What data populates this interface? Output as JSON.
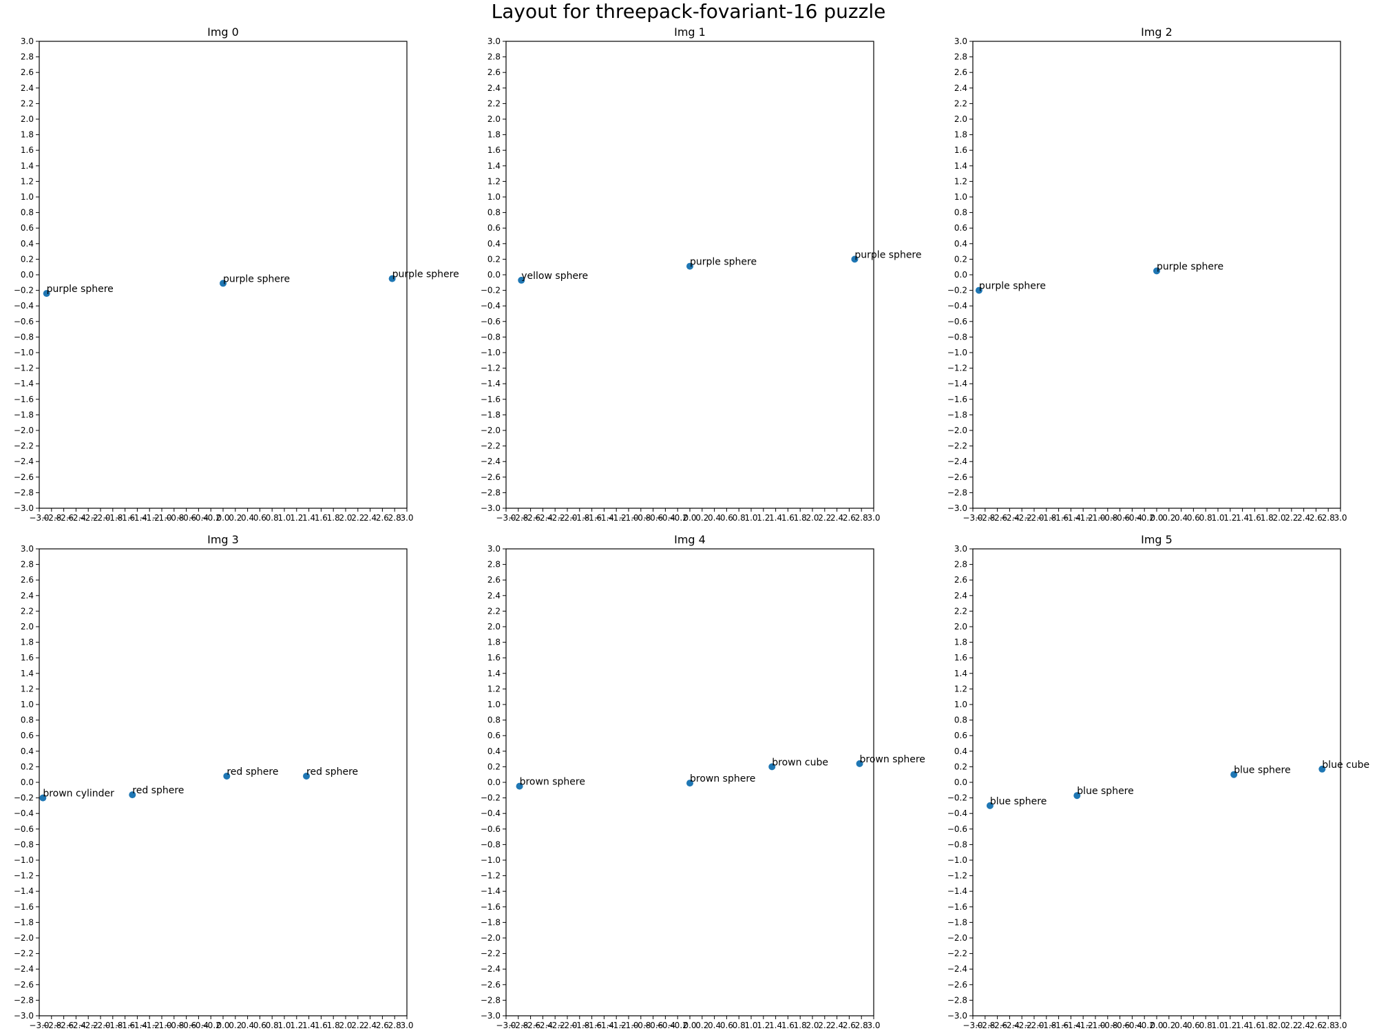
{
  "figure": {
    "title": "Layout for  threepack-fovariant-16 puzzle"
  },
  "colors": {
    "marker": "#1f77b4",
    "axis": "#000000",
    "background": "#ffffff"
  },
  "chart_data": [
    {
      "type": "scatter",
      "title": "Img 0",
      "xlim": [
        -3,
        3
      ],
      "ylim": [
        -3,
        3
      ],
      "grid": false,
      "ticks": {
        "start": -3.0,
        "stop": 3.0,
        "step": 0.2
      },
      "points": [
        {
          "x": -2.88,
          "y": -0.24,
          "label": "purple sphere"
        },
        {
          "x": 0.0,
          "y": -0.11,
          "label": "purple sphere"
        },
        {
          "x": 2.76,
          "y": -0.05,
          "label": "purple sphere"
        }
      ]
    },
    {
      "type": "scatter",
      "title": "Img 1",
      "xlim": [
        -3,
        3
      ],
      "ylim": [
        -3,
        3
      ],
      "grid": false,
      "ticks": {
        "start": -3.0,
        "stop": 3.0,
        "step": 0.2
      },
      "points": [
        {
          "x": -2.75,
          "y": -0.07,
          "label": "yellow sphere"
        },
        {
          "x": 0.0,
          "y": 0.11,
          "label": "purple sphere"
        },
        {
          "x": 2.69,
          "y": 0.2,
          "label": "purple sphere"
        }
      ]
    },
    {
      "type": "scatter",
      "title": "Img 2",
      "xlim": [
        -3,
        3
      ],
      "ylim": [
        -3,
        3
      ],
      "grid": false,
      "ticks": {
        "start": -3.0,
        "stop": 3.0,
        "step": 0.2
      },
      "points": [
        {
          "x": -2.9,
          "y": -0.2,
          "label": "purple sphere"
        },
        {
          "x": 0.0,
          "y": 0.05,
          "label": "purple sphere"
        }
      ]
    },
    {
      "type": "scatter",
      "title": "Img 3",
      "xlim": [
        -3,
        3
      ],
      "ylim": [
        -3,
        3
      ],
      "grid": false,
      "ticks": {
        "start": -3.0,
        "stop": 3.0,
        "step": 0.2
      },
      "points": [
        {
          "x": -2.94,
          "y": -0.2,
          "label": "brown cylinder"
        },
        {
          "x": -1.48,
          "y": -0.16,
          "label": "red sphere"
        },
        {
          "x": 0.06,
          "y": 0.08,
          "label": "red sphere"
        },
        {
          "x": 1.36,
          "y": 0.08,
          "label": "red sphere"
        }
      ]
    },
    {
      "type": "scatter",
      "title": "Img 4",
      "xlim": [
        -3,
        3
      ],
      "ylim": [
        -3,
        3
      ],
      "grid": false,
      "ticks": {
        "start": -3.0,
        "stop": 3.0,
        "step": 0.2
      },
      "points": [
        {
          "x": -2.78,
          "y": -0.05,
          "label": "brown sphere"
        },
        {
          "x": 0.0,
          "y": -0.01,
          "label": "brown sphere"
        },
        {
          "x": 1.34,
          "y": 0.2,
          "label": "brown cube"
        },
        {
          "x": 2.77,
          "y": 0.24,
          "label": "brown sphere"
        }
      ]
    },
    {
      "type": "scatter",
      "title": "Img 5",
      "xlim": [
        -3,
        3
      ],
      "ylim": [
        -3,
        3
      ],
      "grid": false,
      "ticks": {
        "start": -3.0,
        "stop": 3.0,
        "step": 0.2
      },
      "points": [
        {
          "x": -2.72,
          "y": -0.3,
          "label": "blue sphere"
        },
        {
          "x": -1.3,
          "y": -0.17,
          "label": "blue sphere"
        },
        {
          "x": 1.26,
          "y": 0.1,
          "label": "blue sphere"
        },
        {
          "x": 2.7,
          "y": 0.17,
          "label": "blue cube"
        }
      ]
    }
  ]
}
